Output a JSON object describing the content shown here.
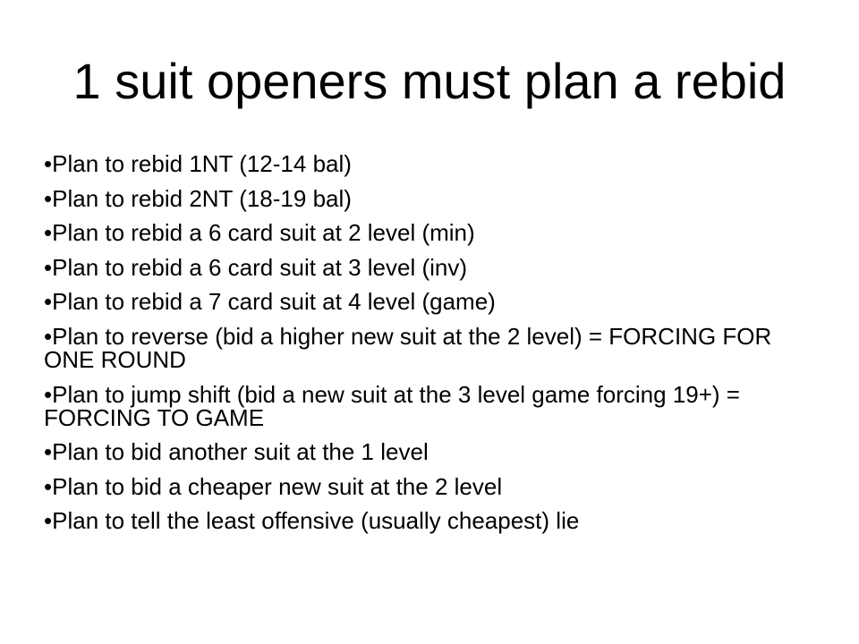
{
  "slide": {
    "title": "1 suit openers must plan a rebid",
    "bullet_char": "•",
    "bullets": [
      "Plan to rebid 1NT (12-14 bal)",
      "Plan to rebid 2NT (18-19 bal)",
      "Plan to rebid a 6 card suit at 2 level (min)",
      "Plan to rebid a 6 card suit at 3 level (inv)",
      "Plan to rebid a 7 card suit at 4 level (game)",
      "Plan to reverse (bid a higher new suit at the 2 level) = FORCING FOR ONE ROUND",
      "Plan to jump shift (bid a new suit at the 3 level game forcing 19+) = FORCING TO GAME",
      "Plan to bid another suit at the 1 level",
      "Plan to bid a cheaper new suit at the 2 level",
      "Plan to tell the least offensive (usually cheapest) lie"
    ]
  }
}
